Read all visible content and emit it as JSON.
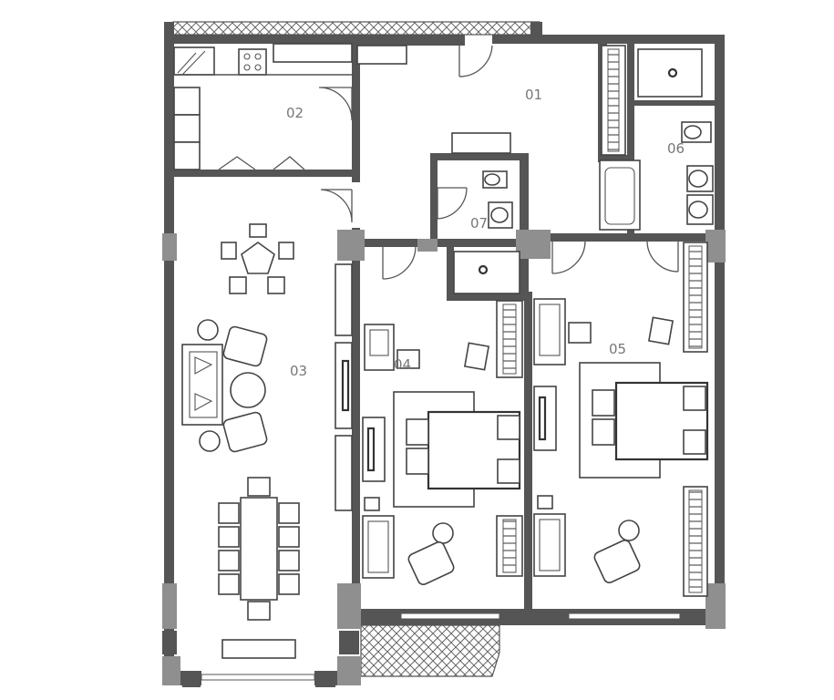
{
  "rooms": [
    {
      "id": "r01",
      "label": "01"
    },
    {
      "id": "r02",
      "label": "02"
    },
    {
      "id": "r03",
      "label": "03"
    },
    {
      "id": "r04",
      "label": "04"
    },
    {
      "id": "r05",
      "label": "05"
    },
    {
      "id": "r06",
      "label": "06"
    },
    {
      "id": "r07",
      "label": "07"
    }
  ],
  "colors": {
    "wall": "#555555",
    "wall_light": "#8f8f8f",
    "label": "#777777",
    "background": "#ffffff"
  },
  "icons": [
    "door-swing-icon",
    "bed-icon",
    "chair-icon",
    "toilet-icon",
    "sink-icon",
    "bathtub-icon",
    "sofa-icon",
    "dining-table-icon",
    "wardrobe-icon",
    "stove-icon"
  ]
}
